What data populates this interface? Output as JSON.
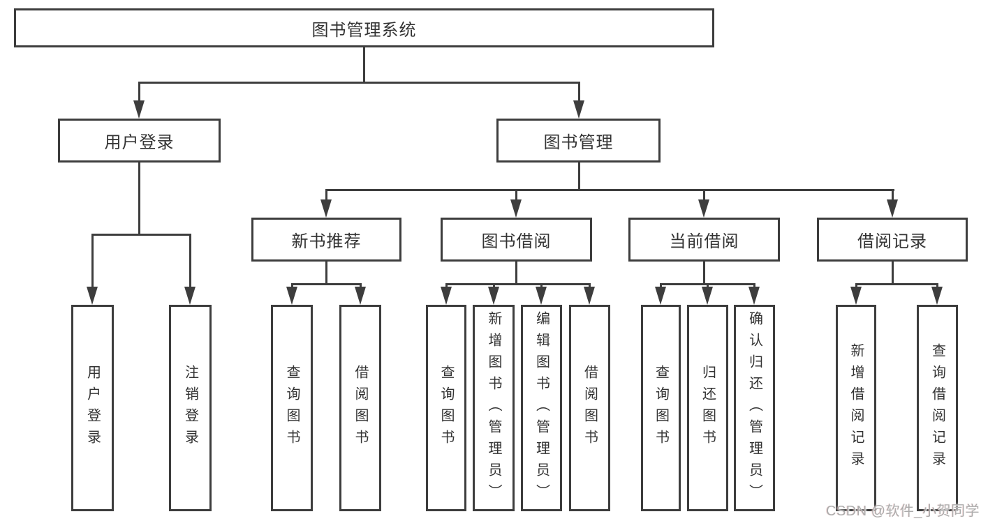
{
  "diagram": {
    "root": {
      "label": "图书管理系统"
    },
    "level1": [
      {
        "label": "用户登录"
      },
      {
        "label": "图书管理"
      }
    ],
    "level2": [
      {
        "label": "新书推荐"
      },
      {
        "label": "图书借阅"
      },
      {
        "label": "当前借阅"
      },
      {
        "label": "借阅记录"
      }
    ],
    "leaves": {
      "user_login": [
        "用户登录",
        "注销登录"
      ],
      "new_book_recommend": [
        "查询图书",
        "借阅图书"
      ],
      "book_borrow": [
        "查询图书",
        "新增图书（管理员）",
        "编辑图书（管理员）",
        "借阅图书"
      ],
      "current_borrow": [
        "查询图书",
        "归还图书",
        "确认归还（管理员）"
      ],
      "borrow_records": [
        "新增借阅记录",
        "查询借阅记录"
      ]
    },
    "colors": {
      "line": "#3d3d3d",
      "text": "#333333",
      "background": "#ffffff",
      "watermark": "#acacac"
    },
    "watermark": "CSDN @软件_小贺同学"
  }
}
